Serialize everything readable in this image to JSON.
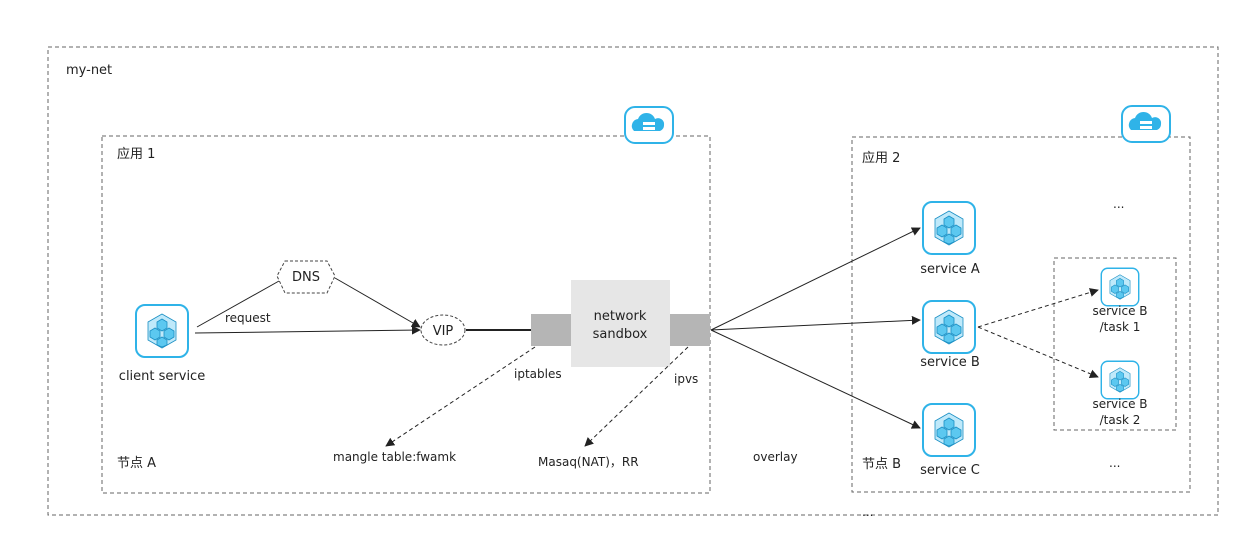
{
  "network": {
    "label": "my-net"
  },
  "app1": {
    "label": "应用 1",
    "node_label": "节点 A"
  },
  "app2": {
    "label": "应用 2",
    "node_label": "节点 B",
    "ellipsis_top": "...",
    "ellipsis_bottom": "..."
  },
  "client": {
    "label": "client service",
    "request_label": "request"
  },
  "dns": {
    "label": "DNS"
  },
  "vip": {
    "label": "VIP"
  },
  "sandbox": {
    "line1": "network",
    "line2": "sandbox"
  },
  "iptables": {
    "label": "iptables",
    "target": "mangle table:fwamk"
  },
  "ipvs": {
    "label": "ipvs",
    "target": "Masaq(NAT)，RR"
  },
  "overlay": {
    "label": "overlay"
  },
  "services": {
    "a": "service A",
    "b": "service B",
    "c": "service C"
  },
  "tasks": {
    "t1_line1": "service B",
    "t1_line2": "/task 1",
    "t2_line1": "service B",
    "t2_line2": "/task 2"
  },
  "bottom_ellipsis": "...",
  "colors": {
    "accent": "#2fb3e8",
    "icon_fill": "#5cc8f0",
    "sandbox": "#e6e6e6",
    "port": "#b5b5b5"
  }
}
